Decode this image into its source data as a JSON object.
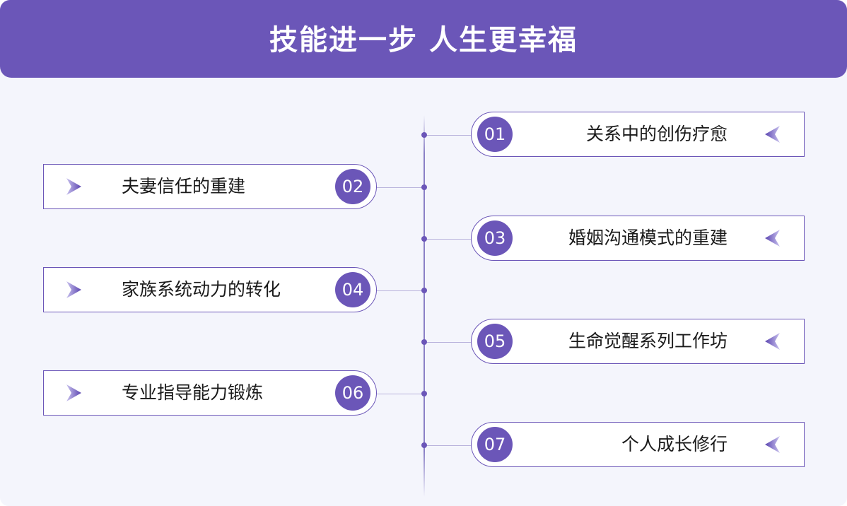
{
  "header": {
    "title": "技能进一步 人生更幸福"
  },
  "items": [
    {
      "number": "01",
      "label": "关系中的创伤疗愈",
      "side": "right"
    },
    {
      "number": "02",
      "label": "夫妻信任的重建",
      "side": "left"
    },
    {
      "number": "03",
      "label": "婚姻沟通模式的重建",
      "side": "right"
    },
    {
      "number": "04",
      "label": "家族系统动力的转化",
      "side": "left"
    },
    {
      "number": "05",
      "label": "生命觉醒系列工作坊",
      "side": "right"
    },
    {
      "number": "06",
      "label": "专业指导能力锻炼",
      "side": "left"
    },
    {
      "number": "07",
      "label": "个人成长修行",
      "side": "right"
    }
  ],
  "colors": {
    "accent": "#6b56b8",
    "panel": "#f4f5fc",
    "text": "#1a1a1a"
  },
  "icons": {
    "right_card": "chevron-left-icon",
    "left_card": "chevron-right-icon"
  }
}
